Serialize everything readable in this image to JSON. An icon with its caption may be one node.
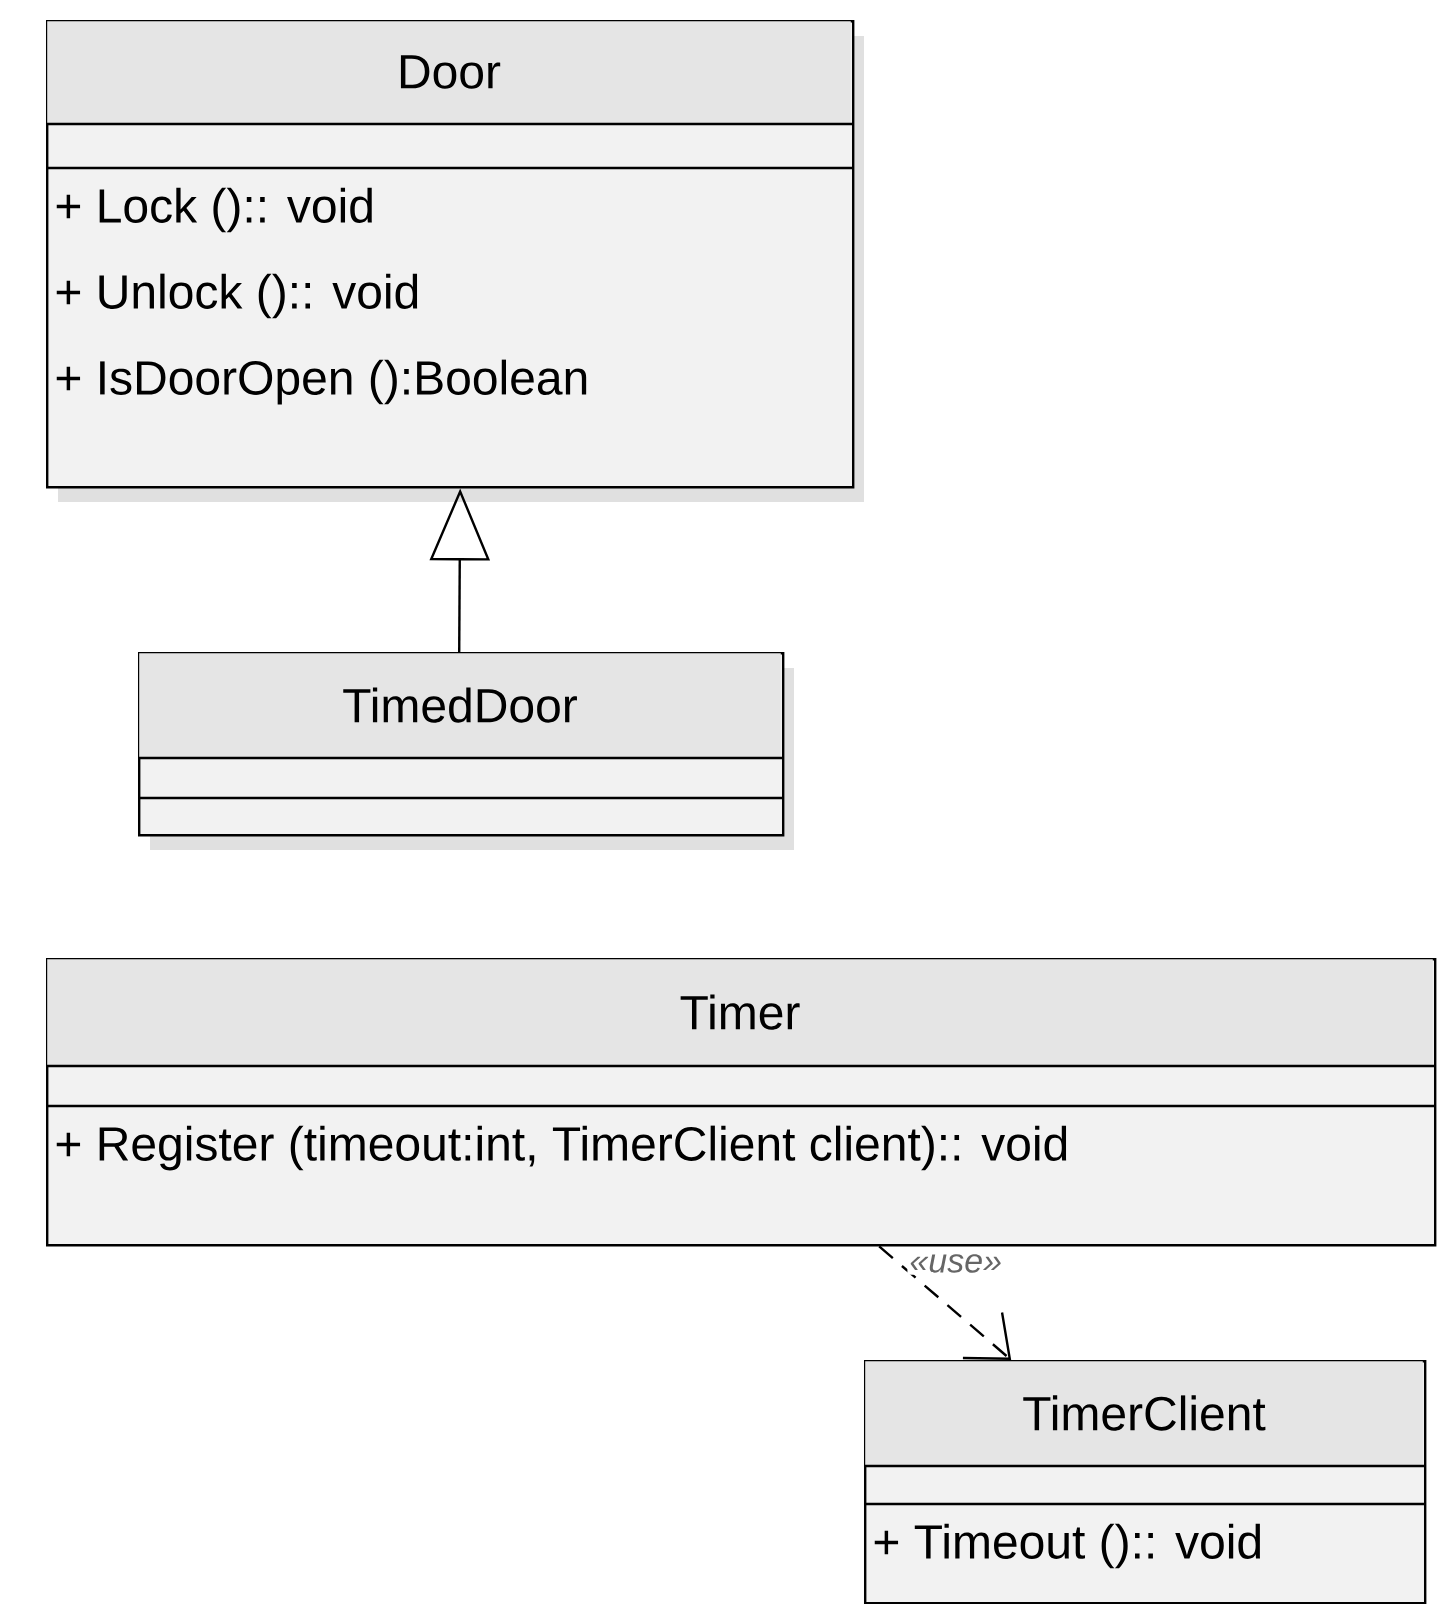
{
  "diagram": {
    "nodes": [
      {
        "text": [
          "Door",
          "+ Lock ():: void",
          "+ Unlock ():: void",
          "+ IsDoorOpen ():Boolean"
        ]
      },
      {
        "text": [
          "TimedDoor"
        ]
      },
      {
        "text": [
          "Timer",
          "+ Register (timeout:int, TimerClient client):: void"
        ]
      },
      {
        "text": [
          "TimerClient",
          "+ Timeout ():: void"
        ]
      }
    ],
    "edges": [
      {
        "from": 1,
        "to": 0,
        "arrow": "to"
      },
      {
        "from": 2,
        "to": 3,
        "arrow": "to",
        "style": "dashed",
        "label": "«use»"
      }
    ]
  }
}
